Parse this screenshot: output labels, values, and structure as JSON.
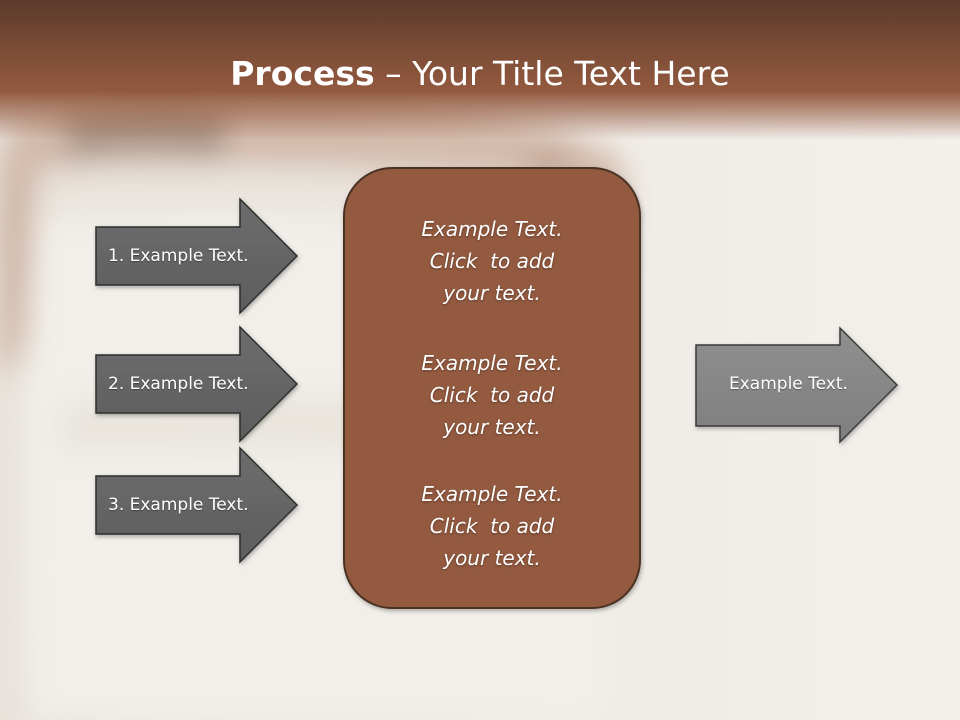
{
  "slide": {
    "title_bold": "Process",
    "title_rest": " – Your Title Text Here"
  },
  "inputs": [
    {
      "label": "1. Example Text."
    },
    {
      "label": "2. Example Text."
    },
    {
      "label": "3. Example Text."
    }
  ],
  "center_box": {
    "blocks": [
      {
        "lines": [
          "Example Text.",
          "Click  to add",
          "your text."
        ]
      },
      {
        "lines": [
          "Example Text.",
          "Click  to add",
          "your text."
        ]
      },
      {
        "lines": [
          "Example Text.",
          "Click  to add",
          "your text."
        ]
      }
    ]
  },
  "output": {
    "label": "Example Text."
  },
  "colors": {
    "title_band": "#93593f",
    "box_fill": "#935a3f",
    "box_stroke": "#4a3024",
    "arrow_dark": "#6b6b6b",
    "arrow_light": "#8a8a8a"
  }
}
